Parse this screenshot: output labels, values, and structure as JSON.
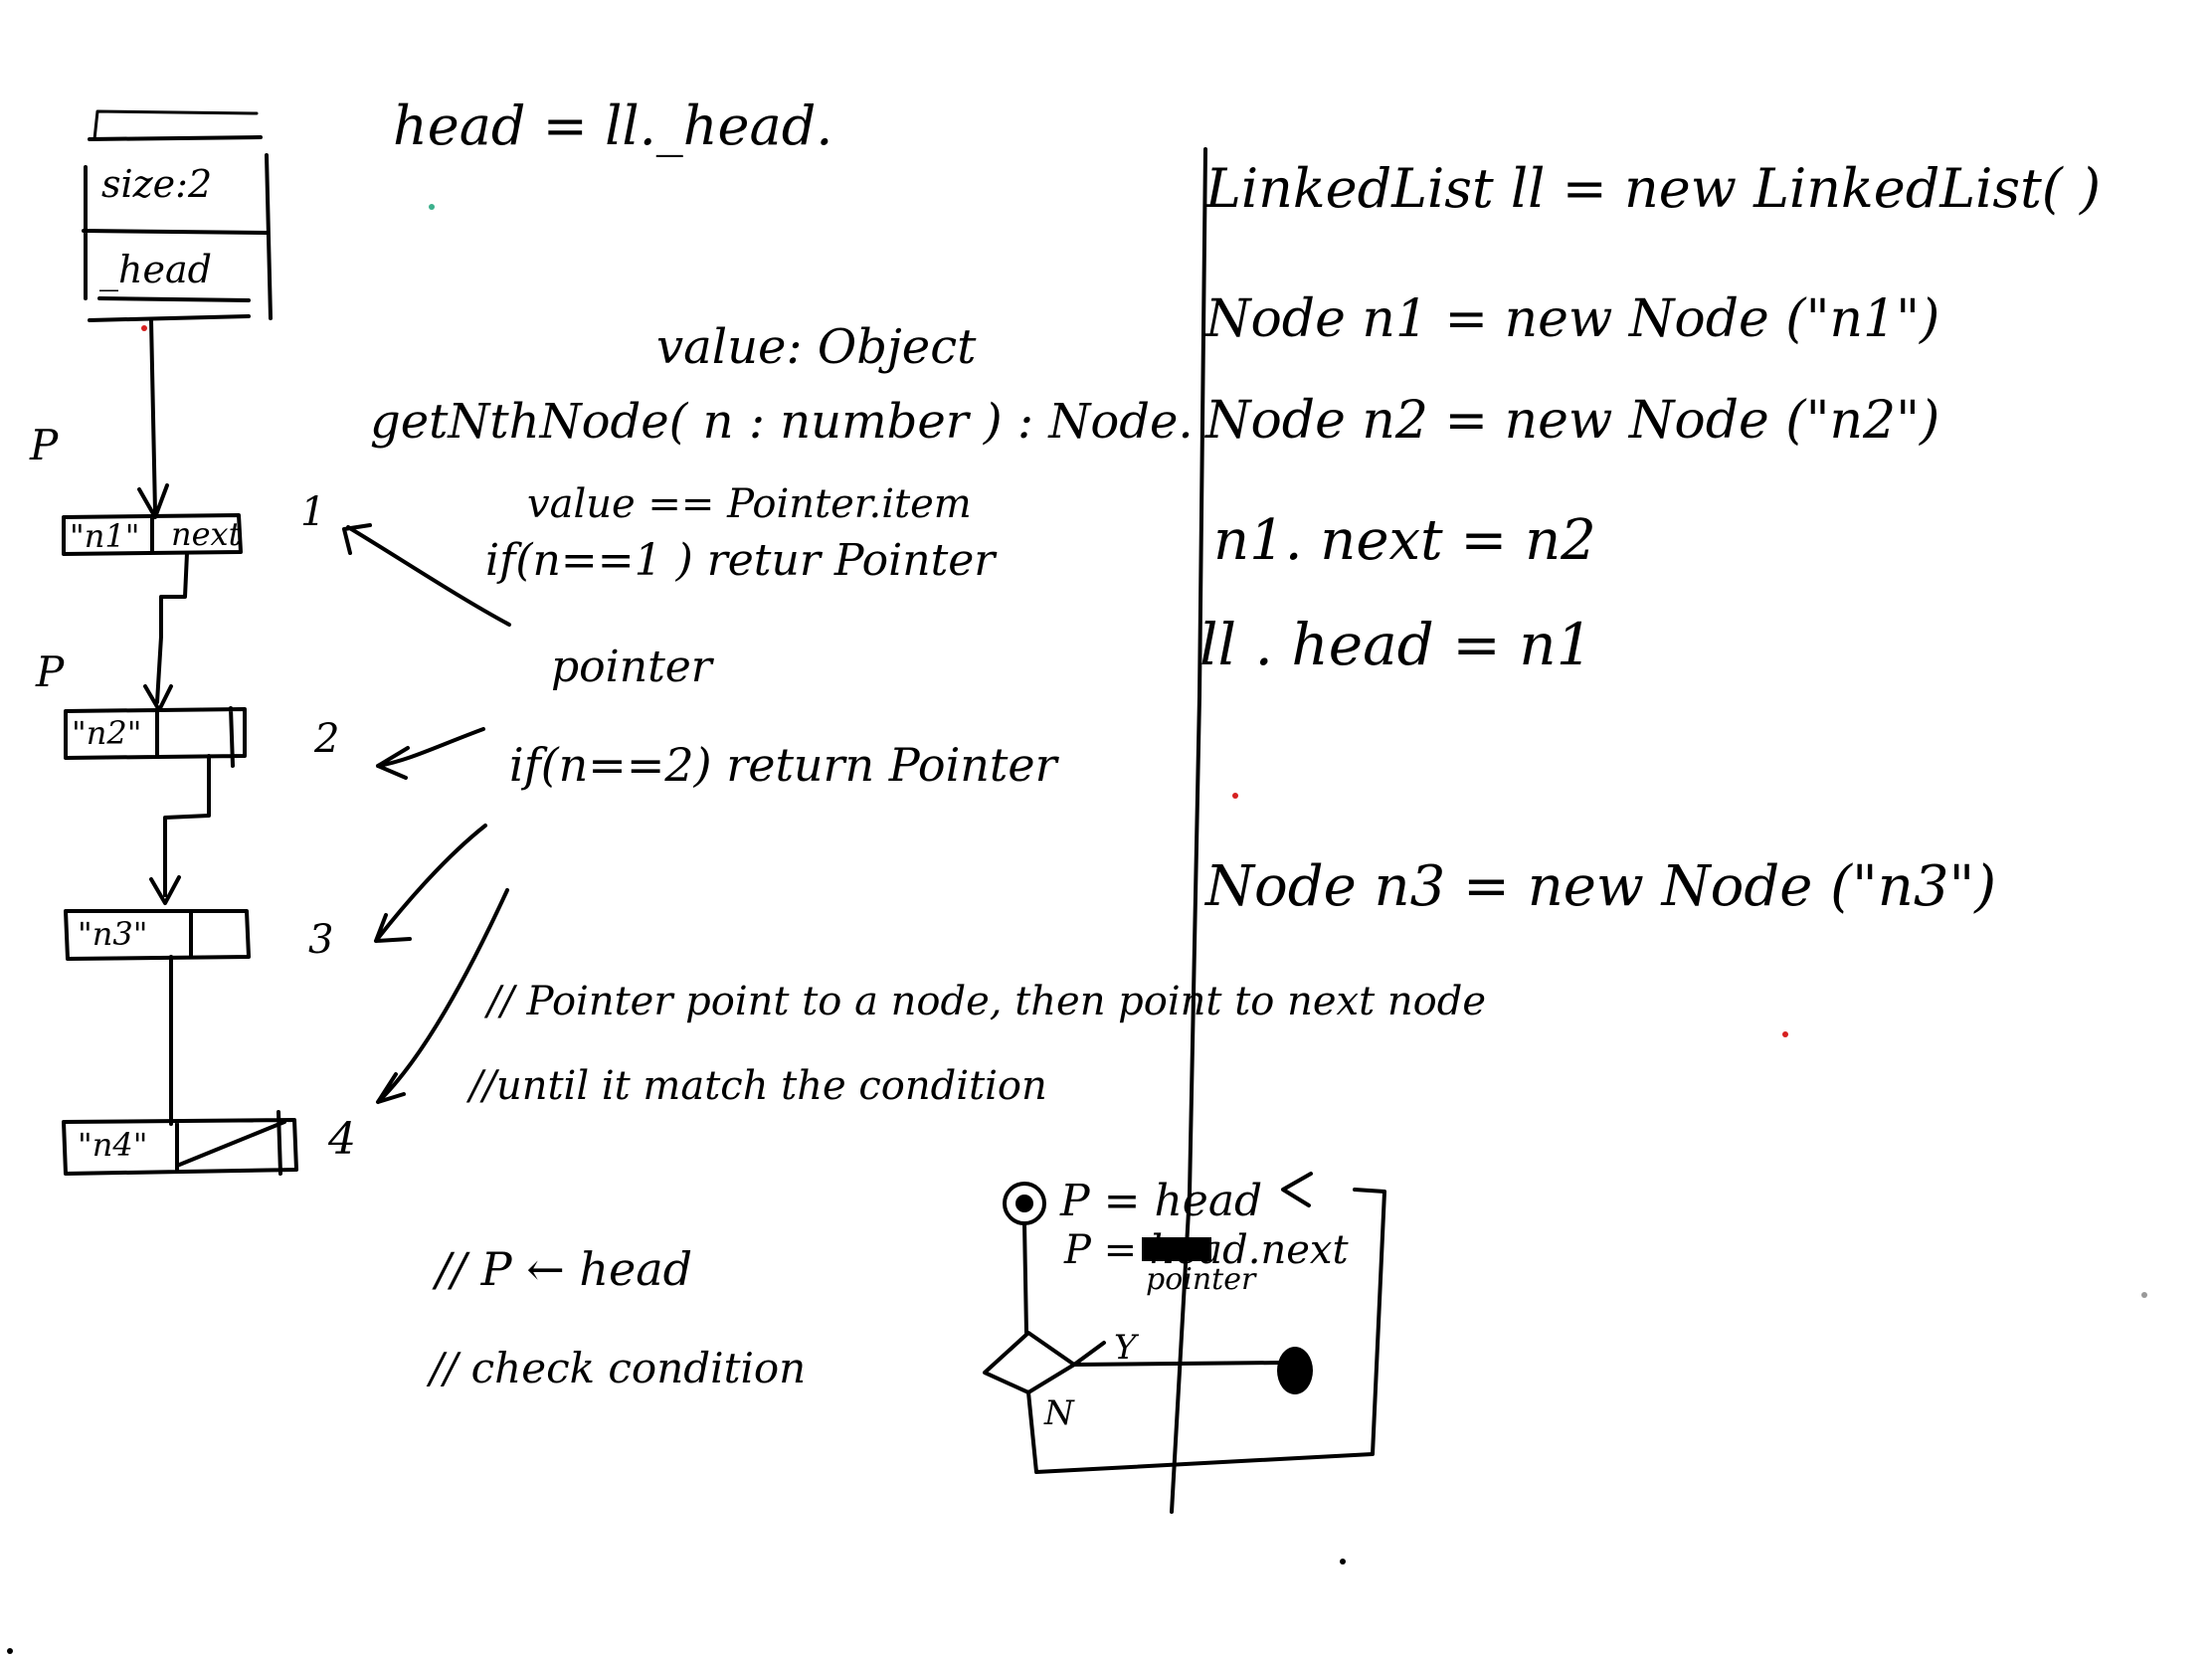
{
  "whiteboard": {
    "top_note": "head = ll._head.",
    "class_box": {
      "size_field": "size:2",
      "head_field": "_head"
    },
    "node_labels": {
      "n1_value": "\"n1\"",
      "n1_next": "next",
      "n2_value": "\"n2\"",
      "n3_value": "\"n3\"",
      "n4_value": "\"n4\""
    },
    "pointer_markers": {
      "p1": "P",
      "p2": "P"
    },
    "index_numbers": [
      "1",
      "2",
      "3",
      "4"
    ],
    "method": {
      "value_type": "value: Object",
      "signature": "getNthNode( n : number ) : Node.",
      "check_item": "value == Pointer.item",
      "if_one": "if(n==1 )  retur Pointer",
      "pointer_word": "pointer",
      "if_two": "if(n==2)   return Pointer"
    },
    "comments": {
      "line1": "// Pointer  point to a node, then point to next node",
      "line2": "//until it match the condition",
      "step1": "//   P ← head",
      "step2": "//   check  condition"
    },
    "flowchart": {
      "assign_head": "P = head",
      "assign_next": "P = head.next",
      "pointer_note": "pointer",
      "yes_label": "Y",
      "no_label": "N"
    },
    "code_lines": [
      "LinkedList  ll = new LinkedList( )",
      "Node       n1 = new Node (\"n1\")",
      "Node       n2 =  new Node (\"n2\")",
      "n1. next    =   n2",
      "ll . head    =   n1",
      "Node   n3   = new Node (\"n3\")"
    ]
  }
}
